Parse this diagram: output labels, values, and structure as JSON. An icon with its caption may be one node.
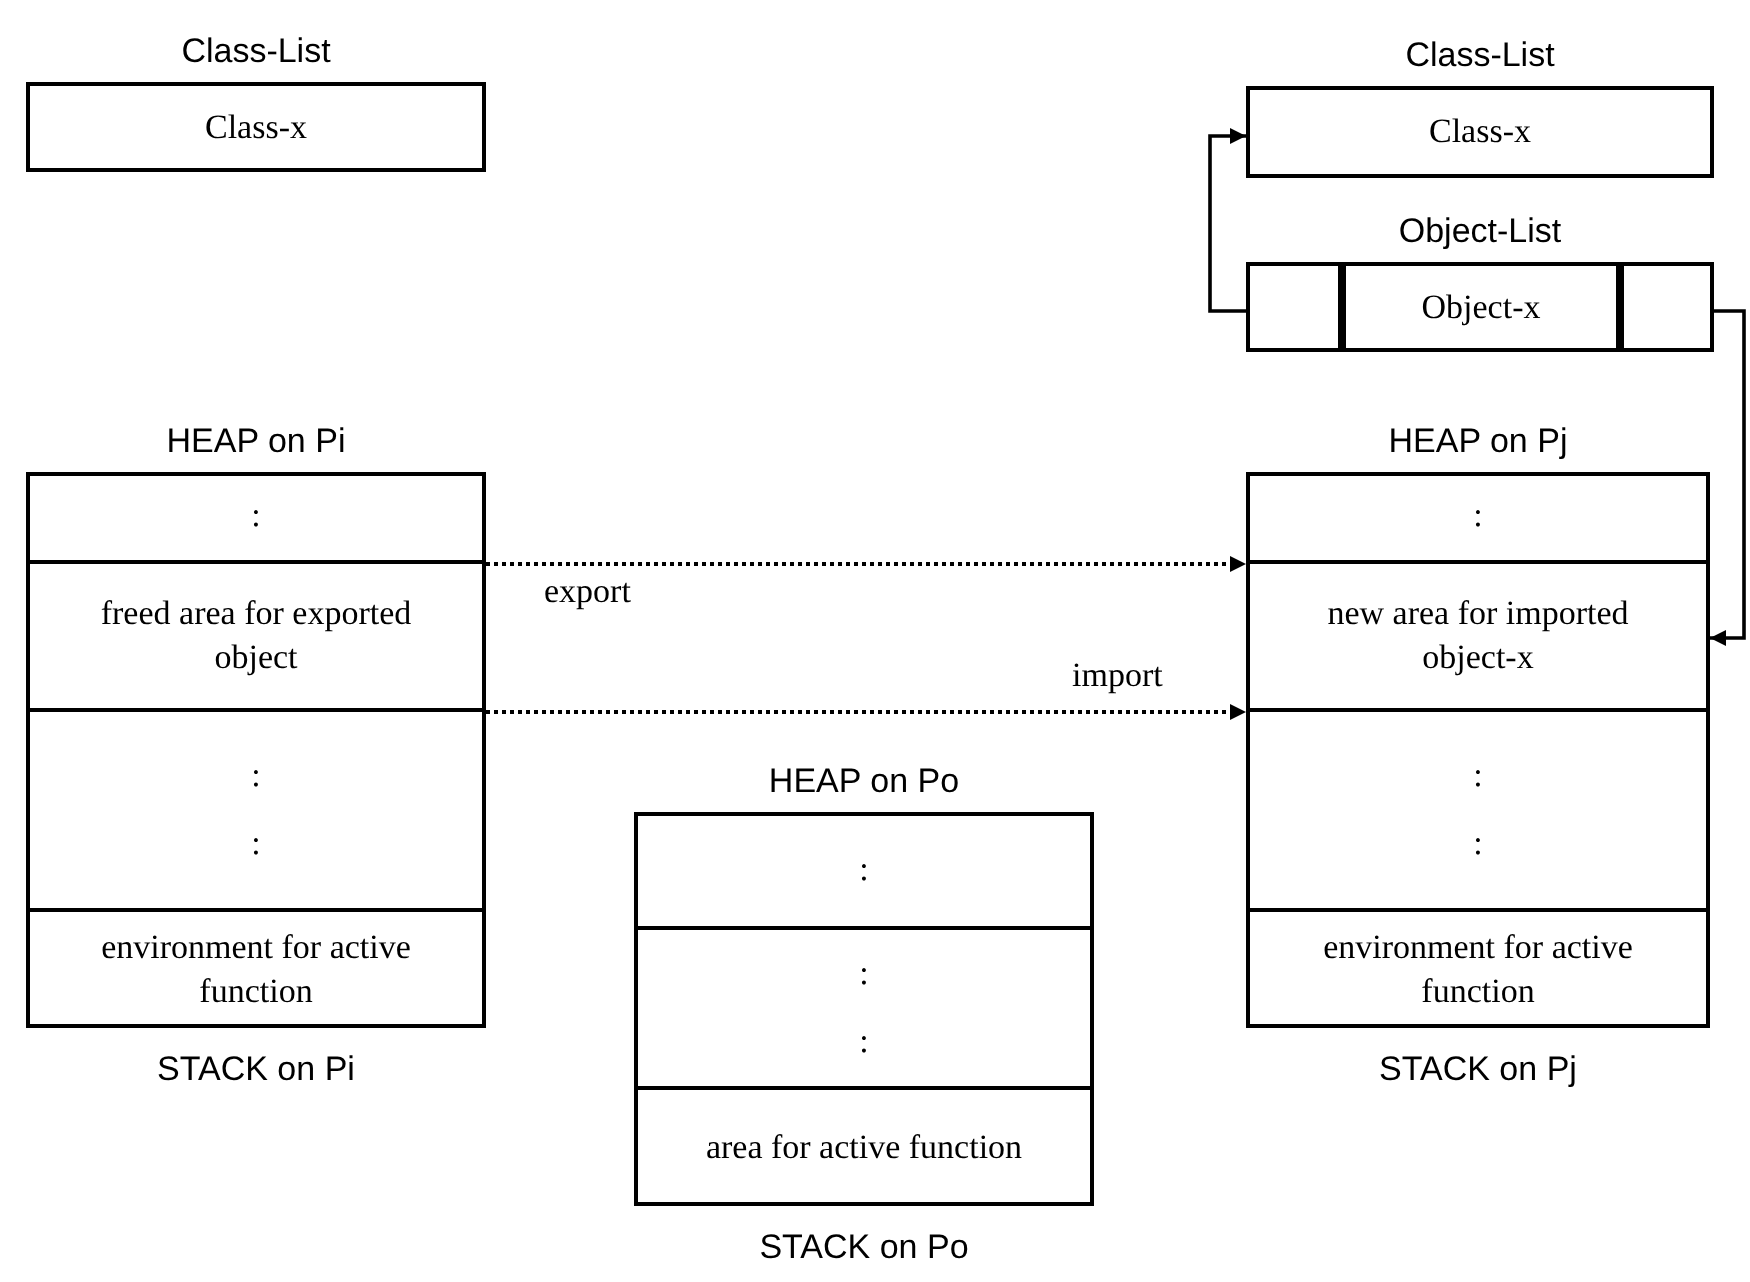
{
  "diagram": {
    "nodes": [
      {
        "text": [
          "Class-List",
          "Class-x"
        ]
      },
      {
        "text": [
          "Class-List",
          "Class-x"
        ]
      },
      {
        "text": [
          "Object-List"
        ]
      },
      {
        "text": [],
        "shape": "box",
        "in": 2
      },
      {
        "text": [
          "Object-x"
        ],
        "in": 2
      },
      {
        "text": [],
        "shape": "box",
        "in": 2
      },
      {
        "text": [
          "HEAP on Pi",
          "STACK on Pi"
        ]
      },
      {
        "text": [
          ":"
        ],
        "in": 6
      },
      {
        "text": [
          "freed area for exported object"
        ],
        "in": 6
      },
      {
        "text": [
          ":",
          ":"
        ],
        "in": 6
      },
      {
        "text": [
          "environment for active function"
        ],
        "in": 6
      },
      {
        "text": [
          "HEAP on Pj",
          "STACK on Pj"
        ]
      },
      {
        "text": [
          ":"
        ],
        "in": 11
      },
      {
        "text": [
          "new area for imported object-x"
        ],
        "in": 11
      },
      {
        "text": [
          ":",
          ":"
        ],
        "in": 11
      },
      {
        "text": [
          "environment for active function"
        ],
        "in": 11
      },
      {
        "text": [
          "HEAP on Po",
          "STACK on Po"
        ]
      },
      {
        "text": [
          ":"
        ],
        "in": 16
      },
      {
        "text": [
          ":",
          ":"
        ],
        "in": 16
      },
      {
        "text": [
          "area for active function"
        ],
        "in": 16
      }
    ],
    "edges": [
      {
        "from": 3,
        "to": 1,
        "arrow": "to"
      },
      {
        "from": 5,
        "to": 13,
        "arrow": "to"
      },
      {
        "from": 8,
        "to": 13,
        "arrow": "to",
        "style": "dashed",
        "label": "export"
      },
      {
        "from": 8,
        "to": 13,
        "arrow": "to",
        "style": "dashed",
        "label": "import"
      }
    ]
  }
}
